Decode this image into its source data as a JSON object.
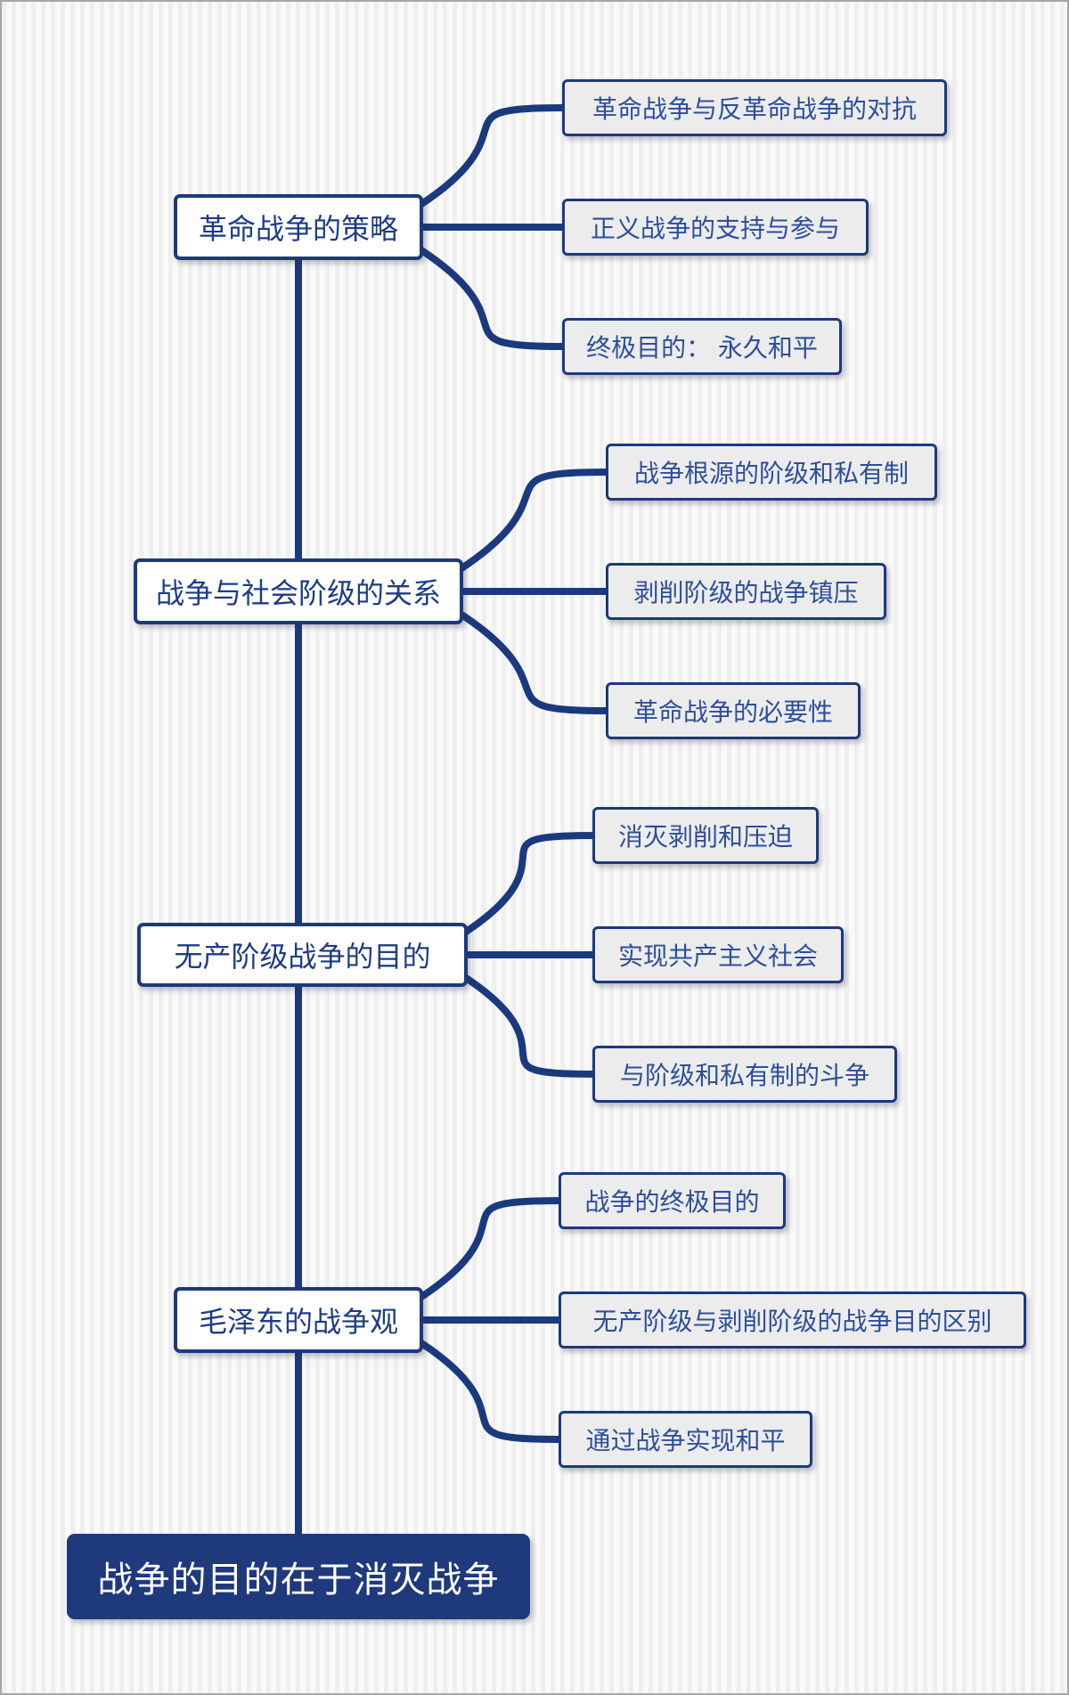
{
  "title": "战争的目的在于消灭战争",
  "accent_color": "#1b3a7e",
  "child_fill_color": "#ececec",
  "root_fill_color": "#1e3a7c",
  "root": {
    "label": "战争的目的在于消灭战争"
  },
  "branches": [
    {
      "label": "革命战争的策略",
      "children": [
        "革命战争与反革命战争的对抗",
        "正义战争的支持与参与",
        "终极目的： 永久和平"
      ]
    },
    {
      "label": "战争与社会阶级的关系",
      "children": [
        "战争根源的阶级和私有制",
        "剥削阶级的战争镇压",
        "革命战争的必要性"
      ]
    },
    {
      "label": "无产阶级战争的目的",
      "children": [
        "消灭剥削和压迫",
        "实现共产主义社会",
        "与阶级和私有制的斗争"
      ]
    },
    {
      "label": "毛泽东的战争观",
      "children": [
        "战争的终极目的",
        "无产阶级与剥削阶级的战争目的区别",
        "通过战争实现和平"
      ]
    }
  ]
}
